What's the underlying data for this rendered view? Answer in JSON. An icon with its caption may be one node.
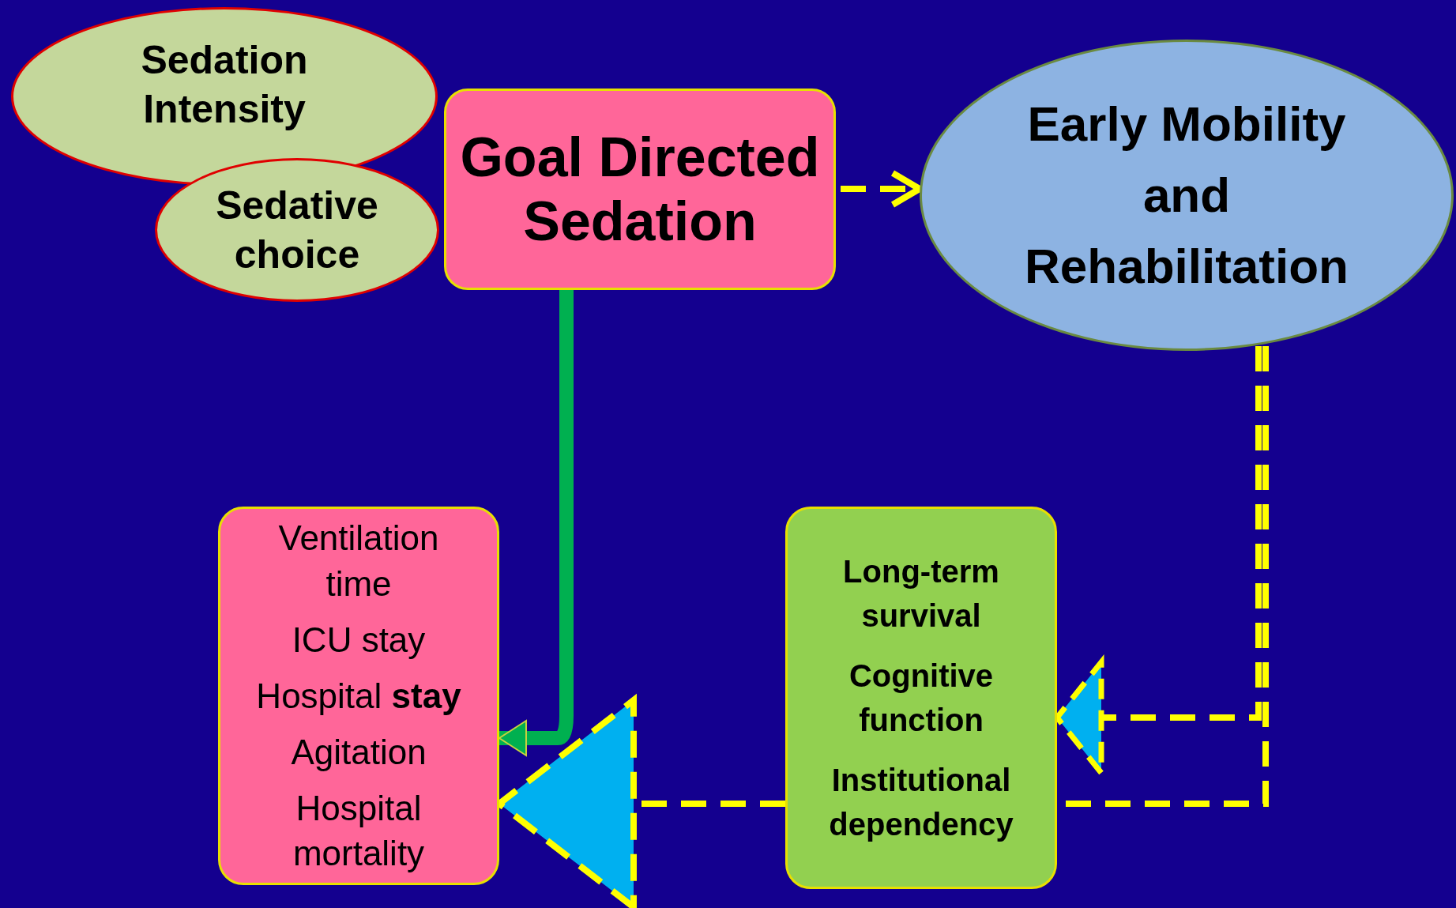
{
  "diagram": {
    "nodes": [
      {
        "text": [
          "Sedation Intensity"
        ]
      },
      {
        "text": [
          "Goal Directed Sedation"
        ]
      },
      {
        "text": [
          "Sedative choice"
        ]
      },
      {
        "text": [
          "Early Mobility and Rehabilitation"
        ]
      },
      {
        "text": [
          "Ventilation time",
          "ICU stay",
          "Hospital **stay**",
          "Agitation",
          "Hospital mortality"
        ]
      },
      {
        "text": [
          "Long-term survival",
          "Cognitive function",
          "Institutional dependency"
        ]
      }
    ],
    "edges": [
      {
        "from": 1,
        "to": 3,
        "arrow": "to",
        "style": "dashed"
      },
      {
        "from": 1,
        "to": 4,
        "arrow": "to",
        "style": "thick",
        "color": "#00b050"
      },
      {
        "from": 5,
        "to": 4,
        "arrow": "to",
        "style": "dashed"
      },
      {
        "from": 3,
        "to": 5,
        "arrow": "to",
        "style": "dashed"
      },
      {
        "from": 3,
        "to": 5,
        "arrow": "none",
        "style": "dashed"
      }
    ]
  }
}
